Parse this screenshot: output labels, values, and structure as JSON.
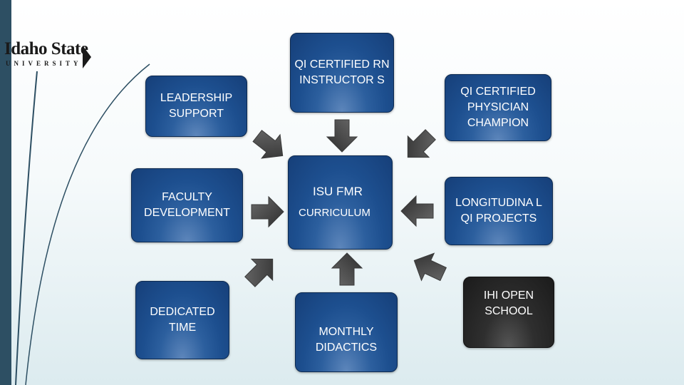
{
  "logo": {
    "line1": "Idaho State",
    "line2": "UNIVERSITY"
  },
  "boxes": {
    "leadership": "LEADERSHIP SUPPORT",
    "rn_instructors": "QI CERTIFIED RN INSTRUCTOR S",
    "physician_champion": "QI CERTIFIED PHYSICIAN CHAMPION",
    "faculty_development": "FACULTY DEVELOPMENT",
    "center_line1": "ISU FMR",
    "center_line2": "CURRICULUM",
    "longitudinal": "LONGITUDINA L QI PROJECTS",
    "dedicated_time": "DEDICATED TIME",
    "monthly_didactics": "MONTHLY DIDACTICS",
    "ihi_open_school": "IHI OPEN SCHOOL"
  },
  "colors": {
    "box_blue": "#1d4f8f",
    "box_dark": "#1b1b1b",
    "arrow": "#3c3c3c",
    "left_bar": "#2d4f63"
  }
}
